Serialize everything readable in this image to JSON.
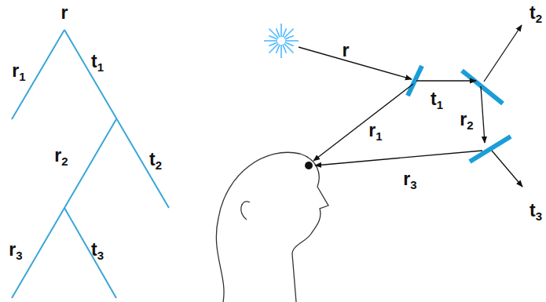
{
  "diagram": {
    "labels": [
      "r",
      "r1",
      "t1",
      "r2",
      "t2",
      "r3",
      "t3",
      "r",
      "t1",
      "t2",
      "r1",
      "r2",
      "r3",
      "t3"
    ]
  }
}
